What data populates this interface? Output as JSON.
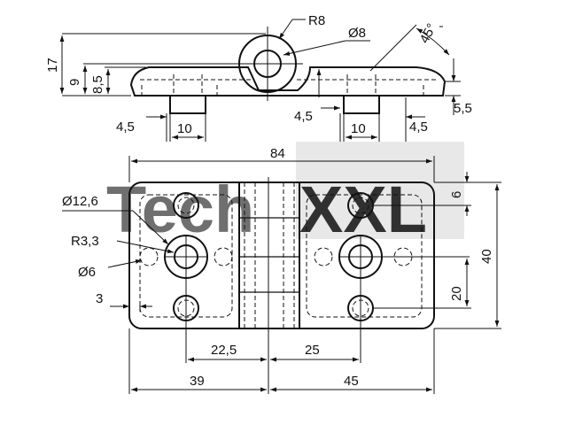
{
  "colors": {
    "line": "#111111",
    "watermark_grey": "#c8c8c8",
    "watermark_dark": "#9a9a9a"
  },
  "watermark": {
    "brand_left": "Tech",
    "brand_right": "XXL"
  },
  "side_view": {
    "total_height": "17",
    "height_9": "9",
    "height_8_5": "8,5",
    "knuckle_radius": "R8",
    "pin_diameter": "Ø8",
    "chamfer_angle": "45°",
    "left_offset": "4,5",
    "left_boss_width": "10",
    "mid_offset": "4,5",
    "right_boss_width": "10",
    "right_offset": "4,5",
    "plate_thickness": "5,5"
  },
  "top_view": {
    "overall_length": "84",
    "counterbore_diameter": "Ø12,6",
    "radius": "R3,3",
    "hole_diameter": "Ø6",
    "edge_offset": "3",
    "top_offset": "6",
    "overall_width": "40",
    "hole_pitch": "20",
    "left_hole_distance": "22,5",
    "right_hole_distance": "25",
    "left_half_length": "39",
    "right_half_length": "45"
  }
}
